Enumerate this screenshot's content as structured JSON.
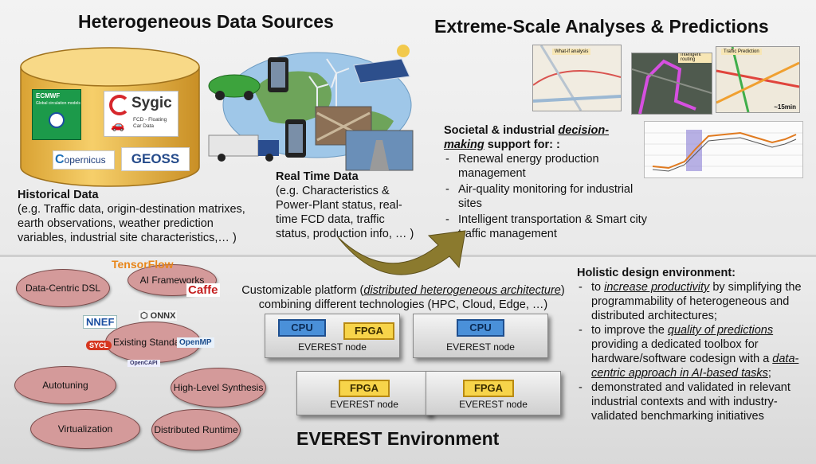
{
  "titles": {
    "sources": "Heterogeneous Data Sources",
    "analyses": "Extreme-Scale Analyses & Predictions",
    "environment": "EVEREST Environment"
  },
  "historical": {
    "heading": "Historical Data",
    "body": "(e.g. Traffic data, origin-destination matrixes, earth observations, weather prediction variables, industrial site characteristics,… )",
    "logos": {
      "ecmwf": "ECMWF",
      "ecmwf_sub": "Global circulation models",
      "sygic": "Sygic",
      "sygic_sub": "FCD - Floating Car Data",
      "copernicus": "opernicus",
      "geoss": "GEOSS"
    }
  },
  "realtime": {
    "heading": "Real Time Data",
    "body": "(e.g. Characteristics & Power-Plant status, real-time FCD data, traffic status, production info, … )"
  },
  "societal": {
    "intro_prefix": "Societal & industrial ",
    "intro_emph": "decision-making",
    "intro_suffix": " support for: :",
    "items": [
      "Renewal energy production management",
      "Air-quality monitoring for industrial sites",
      "Intelligent transportation & Smart city traffic management"
    ]
  },
  "thumbs": {
    "whatif": "What-if analysis",
    "routing": "Intelligent routing",
    "traffic": "Traffic Prediction",
    "time": "~15min"
  },
  "ellipses": {
    "dsl": "Data-Centric DSL",
    "ai": "AI Frameworks",
    "standards": "Existing Standards",
    "autotuning": "Autotuning",
    "hls": "High-Level Synthesis",
    "virtualization": "Virtualization",
    "runtime": "Distributed Runtime"
  },
  "ai_logos": {
    "tensorflow": "TensorFlow",
    "caffe": "Caffe",
    "nnef": "NNEF",
    "onnx": "ONNX",
    "sycl": "SYCL",
    "openmp": "OpenMP",
    "opencapi": "OpenCAPI"
  },
  "platform": {
    "line1_prefix": "Customizable platform (",
    "line1_emph": "distributed heterogeneous architecture",
    "line1_suffix": ")",
    "line2": "combining different technologies (HPC, Cloud, Edge, …)"
  },
  "nodes": {
    "cpu": "CPU",
    "fpga": "FPGA",
    "caption": "EVEREST node"
  },
  "holistic": {
    "heading": "Holistic design environment:",
    "item1_prefix": "to ",
    "item1_emph": "increase productivity",
    "item1_suffix": " by simplifying the programmability of heterogeneous and distributed architectures;",
    "item2_prefix": "to improve the ",
    "item2_emph": "quality of predictions",
    "item2_mid": " providing a dedicated toolbox for hardware/software codesign with a ",
    "item2_emph2": "data-centric approach in AI-based tasks",
    "item2_suffix": ";",
    "item3": "demonstrated and validated in relevant industrial contexts and with industry-validated benchmarking initiatives"
  },
  "colors": {
    "ellipse": "#d49a9a",
    "arrow": "#8b7a2e",
    "cylinder": "#f2c14e",
    "cpu": "#4a90d9",
    "fpga": "#f7d44a"
  }
}
